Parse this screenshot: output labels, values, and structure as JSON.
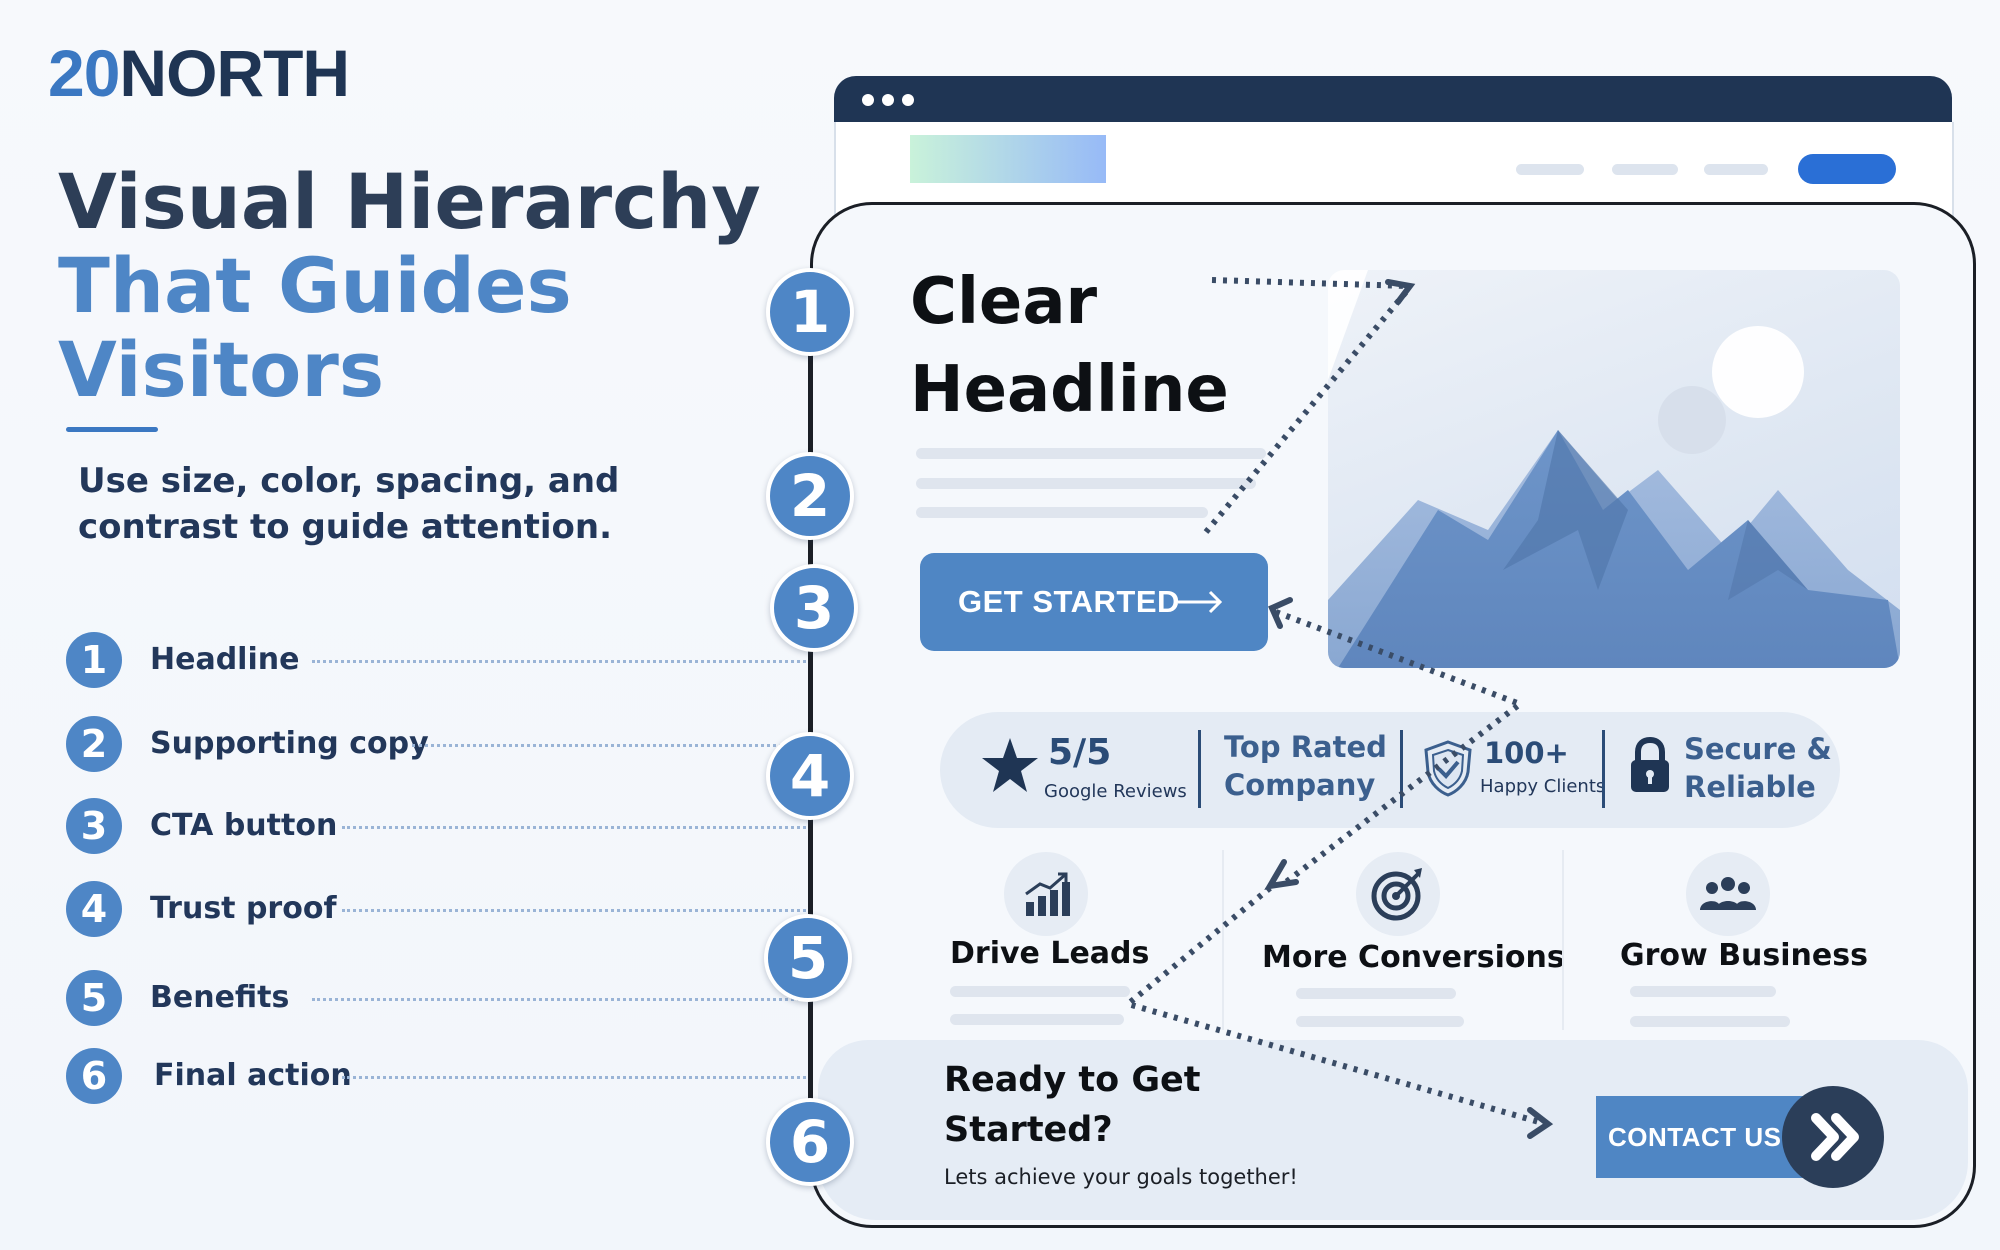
{
  "brand": {
    "logo_part1": "20",
    "logo_part2": "NORTH"
  },
  "heading": {
    "line1": "Visual Hierarchy",
    "line2": "That Guides",
    "line3": "Visitors"
  },
  "subtitle": "Use size, color, spacing, and contrast to guide attention.",
  "legend": [
    {
      "num": "1",
      "label": "Headline"
    },
    {
      "num": "2",
      "label": "Supporting copy"
    },
    {
      "num": "3",
      "label": "CTA button"
    },
    {
      "num": "4",
      "label": "Trust proof"
    },
    {
      "num": "5",
      "label": "Benefits"
    },
    {
      "num": "6",
      "label": "Final action"
    }
  ],
  "mockup": {
    "headline_line1": "Clear",
    "headline_line2": "Headline",
    "cta_label": "GET STARTED",
    "trust": {
      "rating_value": "5/5",
      "rating_caption": "Google Reviews",
      "rated_line1": "Top Rated",
      "rated_line2": "Company",
      "clients_value": "100+",
      "clients_caption": "Happy Clients",
      "secure_line1": "Secure &",
      "secure_line2": "Reliable"
    },
    "benefits": [
      {
        "title": "Drive Leads",
        "icon": "bar-chart-icon"
      },
      {
        "title": "More Conversions",
        "icon": "target-icon"
      },
      {
        "title": "Grow Business",
        "icon": "team-icon"
      }
    ],
    "final": {
      "title_line1": "Ready to Get",
      "title_line2": "Started?",
      "subtitle": "Lets achieve your goals together!",
      "contact_label": "CONTACT US"
    }
  },
  "colors": {
    "primary_blue": "#4e86c6",
    "navy": "#1f3554",
    "nav_button": "#2a6fd6",
    "contact_circle": "#2b3e59"
  }
}
